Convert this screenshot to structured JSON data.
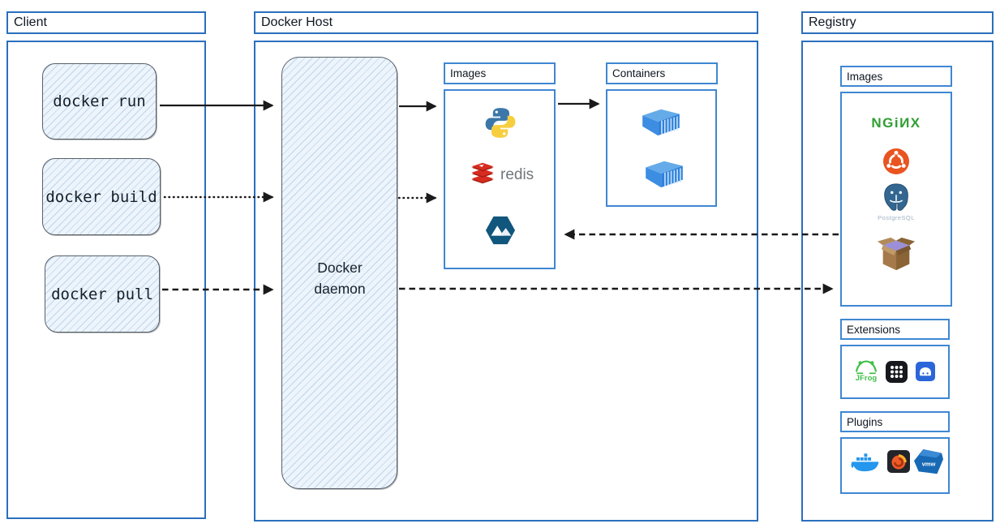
{
  "colors": {
    "frame_blue": "#2a6fbe",
    "inner_blue": "#3f87d2",
    "sketch_fill": "#edf4fb",
    "sketch_border": "#57606a",
    "arrow_black": "#1a1a1a",
    "nginx_green": "#2f9e33",
    "redis_red": "#d82c20",
    "ubuntu_orange": "#e95420",
    "docker_blue": "#2496ed"
  },
  "client": {
    "title": "Client",
    "commands": [
      {
        "id": "docker-run",
        "label": "docker run"
      },
      {
        "id": "docker-build",
        "label": "docker build"
      },
      {
        "id": "docker-pull",
        "label": "docker pull"
      }
    ]
  },
  "docker_host": {
    "title": "Docker Host",
    "daemon_label": "Docker daemon",
    "images": {
      "title": "Images",
      "icons": [
        "python-icon",
        "redis-icon",
        "alpine-icon"
      ],
      "redis_label": "redis"
    },
    "containers": {
      "title": "Containers",
      "icons": [
        "container-icon",
        "container-icon"
      ]
    }
  },
  "registry": {
    "title": "Registry",
    "images": {
      "title": "Images",
      "icons": [
        "nginx-icon",
        "ubuntu-icon",
        "postgresql-icon",
        "package-box-icon"
      ],
      "nginx_label": "NGiИX",
      "postgresql_label": "PostgreSQL"
    },
    "extensions": {
      "title": "Extensions",
      "icons": [
        "jfrog-icon",
        "grid-dots-icon",
        "drive-icon"
      ],
      "jfrog_label": "JFrog"
    },
    "plugins": {
      "title": "Plugins",
      "icons": [
        "docker-whale-icon",
        "grafana-icon",
        "vmware-icon"
      ],
      "vmware_label": "vmw"
    }
  },
  "arrows": [
    {
      "from": "docker-run",
      "to": "docker-daemon",
      "style": "solid"
    },
    {
      "from": "docker-daemon",
      "to": "host-images",
      "style": "solid"
    },
    {
      "from": "host-images",
      "to": "containers",
      "style": "solid"
    },
    {
      "from": "docker-build",
      "to": "docker-daemon",
      "style": "dotted"
    },
    {
      "from": "docker-daemon",
      "to": "host-images",
      "style": "dotted"
    },
    {
      "from": "docker-pull",
      "to": "docker-daemon",
      "style": "dashed"
    },
    {
      "from": "docker-daemon",
      "to": "registry-images",
      "style": "dashed"
    },
    {
      "from": "registry-images",
      "to": "host-images",
      "style": "dashed"
    }
  ]
}
